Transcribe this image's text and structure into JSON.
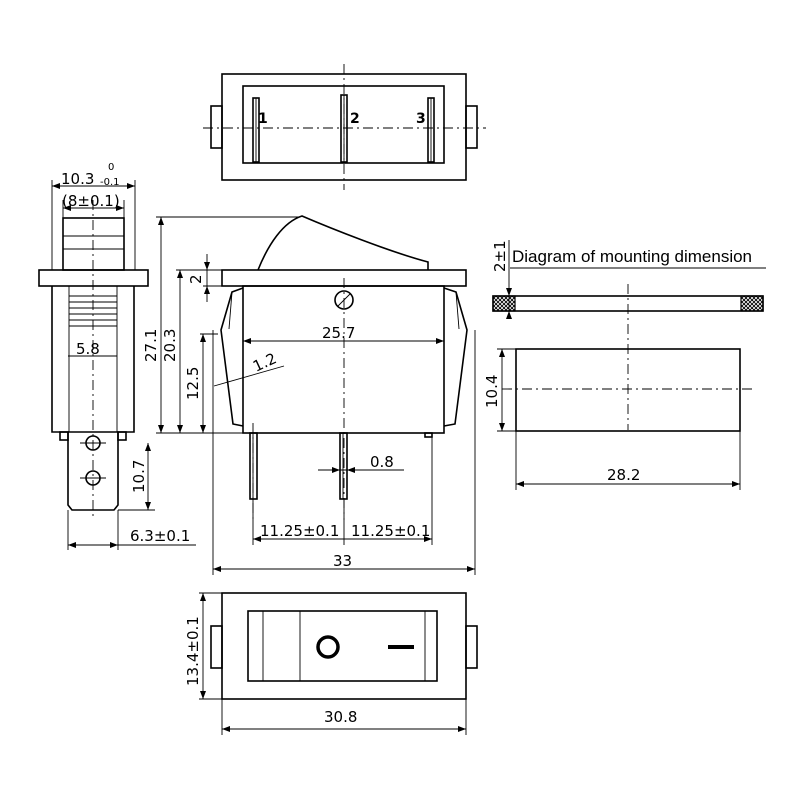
{
  "terminal_labels": [
    "1",
    "2",
    "3"
  ],
  "mounting_title": "Diagram of mounting dimension",
  "dimensions": {
    "side_width_base": "10.3",
    "side_width_upper_tol": "0",
    "side_width_lower_tol": "-0.1",
    "inner_width": "(8±0.1)",
    "rocker_offset": "5.8",
    "terminal_pitch_side": "10.7",
    "terminal_width": "6.3±0.1",
    "total_height": "27.1",
    "body_height": "20.3",
    "flange_thickness": "2",
    "latch_height": "12.5",
    "latch_thickness": "1.2",
    "body_length": "25.7",
    "pin_thickness": "0.8",
    "pin_pitch_left": "11.25±0.1",
    "pin_pitch_right": "11.25±0.1",
    "overall_length": "33",
    "panel_thickness": "2±1",
    "cutout_height": "10.4",
    "cutout_length": "28.2",
    "bottom_height": "13.4±0.1",
    "bottom_length": "30.8"
  },
  "rocker_symbols": {
    "off": "O",
    "on": "I"
  }
}
